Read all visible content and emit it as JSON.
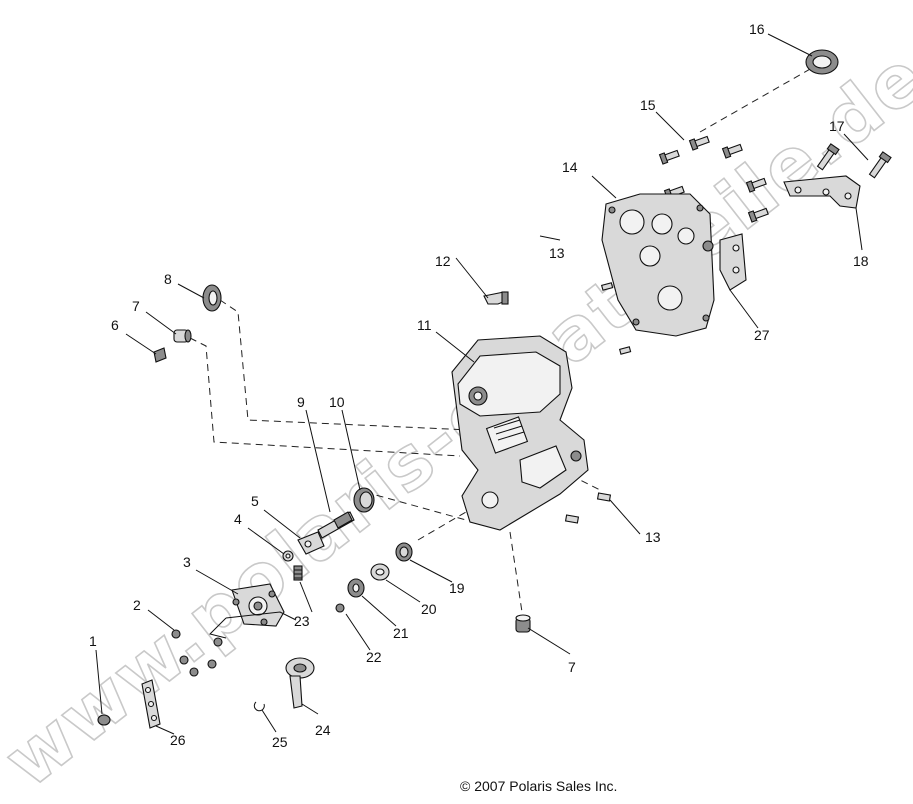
{
  "watermark": "www.polaris-ersatzteile.de",
  "copyright": "© 2007 Polaris Sales Inc.",
  "callouts": {
    "c1": "1",
    "c2": "2",
    "c3": "3",
    "c4": "4",
    "c5": "5",
    "c6": "6",
    "c7a": "7",
    "c7b": "7",
    "c8": "8",
    "c9": "9",
    "c10": "10",
    "c11": "11",
    "c12": "12",
    "c13a": "13",
    "c13b": "13",
    "c14": "14",
    "c15": "15",
    "c16": "16",
    "c17": "17",
    "c18": "18",
    "c19": "19",
    "c20": "20",
    "c21": "21",
    "c22": "22",
    "c23": "23",
    "c24": "24",
    "c25": "25",
    "c26": "26",
    "c27": "27"
  }
}
